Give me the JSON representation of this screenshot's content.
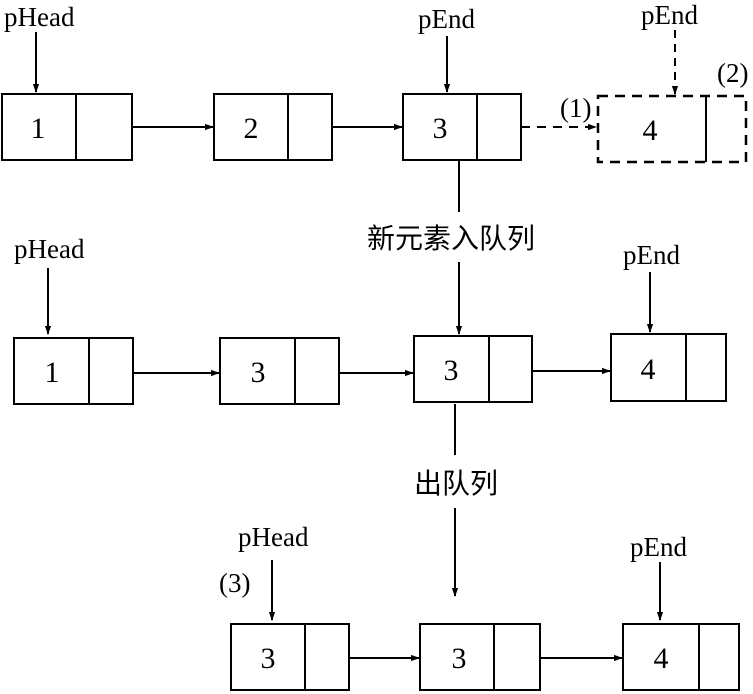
{
  "row1": {
    "head_label": "pHead",
    "end_label": "pEnd",
    "new_end_label": "pEnd",
    "nodes": [
      "1",
      "2",
      "3",
      "4"
    ],
    "step1": "(1)",
    "step2": "(2)"
  },
  "transition1": "新元素入队列",
  "row2": {
    "head_label": "pHead",
    "end_label": "pEnd",
    "nodes": [
      "1",
      "3",
      "3",
      "4"
    ]
  },
  "transition2": "出队列",
  "row3": {
    "head_label": "pHead",
    "end_label": "pEnd",
    "step3": "(3)",
    "nodes": [
      "3",
      "3",
      "4"
    ]
  }
}
